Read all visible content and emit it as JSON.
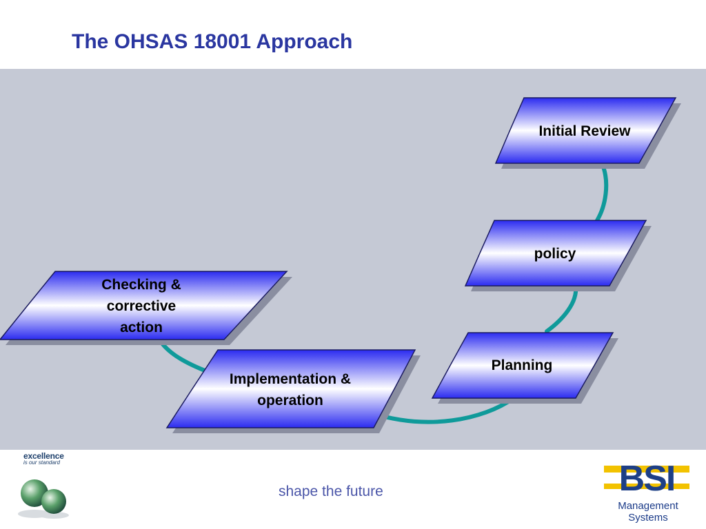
{
  "slide": {
    "title": "The OHSAS 18001 Approach",
    "tagline": "shape the future"
  },
  "diagram": {
    "steps": [
      {
        "id": "initial-review",
        "lines": [
          "Initial Review"
        ]
      },
      {
        "id": "policy",
        "lines": [
          "policy"
        ]
      },
      {
        "id": "planning",
        "lines": [
          "Planning"
        ]
      },
      {
        "id": "implementation",
        "lines": [
          "Implementation &",
          "operation"
        ]
      },
      {
        "id": "checking",
        "lines": [
          "Checking &",
          "corrective",
          "action"
        ]
      }
    ],
    "connector_color": "#0f9a9a",
    "box_gradient": [
      "#2b2bf0",
      "#ffffff"
    ]
  },
  "branding": {
    "excellence": "excellence",
    "excellence_sub": "is our standard",
    "company": "BSI",
    "division_line1": "Management",
    "division_line2": "Systems"
  }
}
